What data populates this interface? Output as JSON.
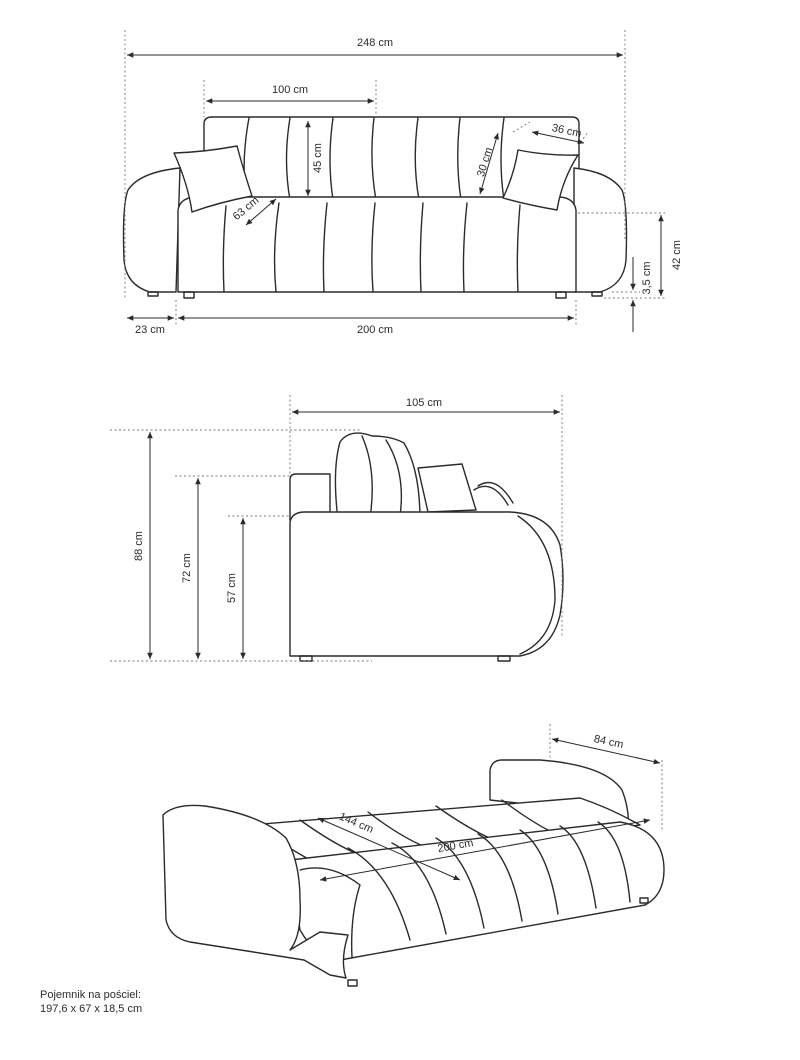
{
  "front_view": {
    "total_width": "248 cm",
    "back_section_width": "100 cm",
    "back_height": "45 cm",
    "seat_depth": "63 cm",
    "cushion_width": "36 cm",
    "cushion_height": "30 cm",
    "seat_height_front": "42 cm",
    "leg_height": "3,5 cm",
    "armrest_width": "23 cm",
    "seat_width": "200 cm"
  },
  "side_view": {
    "depth": "105 cm",
    "total_height": "88 cm",
    "armrest_height": "72 cm",
    "seat_height": "57 cm"
  },
  "bed_view": {
    "armrest_depth": "84 cm",
    "sleeping_width": "144 cm",
    "sleeping_length": "200 cm"
  },
  "storage_note": {
    "line1": "Pojemnik na pościel:",
    "line2": "197,6 x 67 x 18,5 cm"
  }
}
